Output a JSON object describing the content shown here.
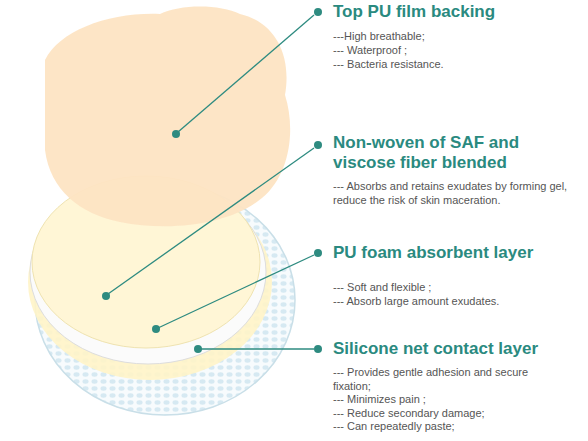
{
  "diagram": {
    "labels": [
      "Top PU film backing",
      "---High breathable;",
      "--- Waterproof ;",
      "--- Bacteria resistance.",
      "Non-woven of SAF and viscose fiber blended",
      "--- Absorbs and retains exudates by forming gel, reduce the risk of skin maceration.",
      "PU foam absorbent layer",
      "--- Soft and flexible ;",
      "--- Absorb large amount exudates.",
      "Silicone net contact layer",
      "--- Provides gentle adhesion and secure fixation;",
      "--- Minimizes pain ;",
      "--- Reduce secondary damage;",
      "--- Can repeatedly paste;"
    ]
  }
}
